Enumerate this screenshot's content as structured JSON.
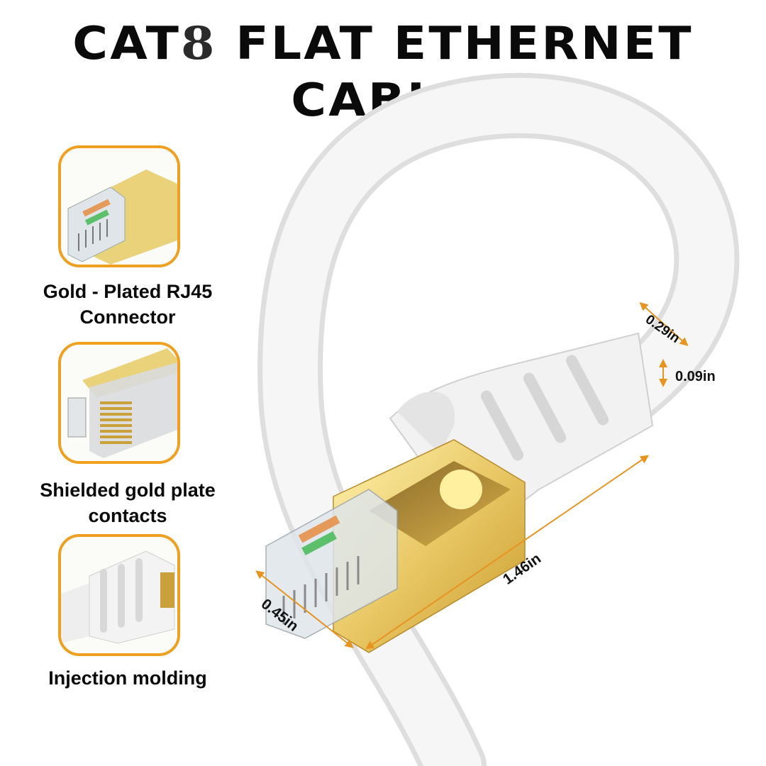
{
  "title": {
    "prefix": "CAT",
    "number": "8",
    "rest": " FLAT ETHERNET CABLE"
  },
  "colors": {
    "accent": "#f0a020",
    "gold": "#e8c96a",
    "cable": "#f4f4f4",
    "text": "#0a0a0a"
  },
  "features": [
    {
      "icon": "rj45-connector-closeup",
      "caption_line1": "Gold - Plated RJ45",
      "caption_line2": "Connector"
    },
    {
      "icon": "gold-contacts-closeup",
      "caption_line1": "Shielded gold plate",
      "caption_line2": "contacts"
    },
    {
      "icon": "strain-relief-boot-closeup",
      "caption_line1": "Injection molding",
      "caption_line2": ""
    }
  ],
  "dimensions": {
    "cable_width": "0.29in",
    "cable_thickness": "0.09in",
    "connector_length": "1.46in",
    "connector_width": "0.45in"
  }
}
